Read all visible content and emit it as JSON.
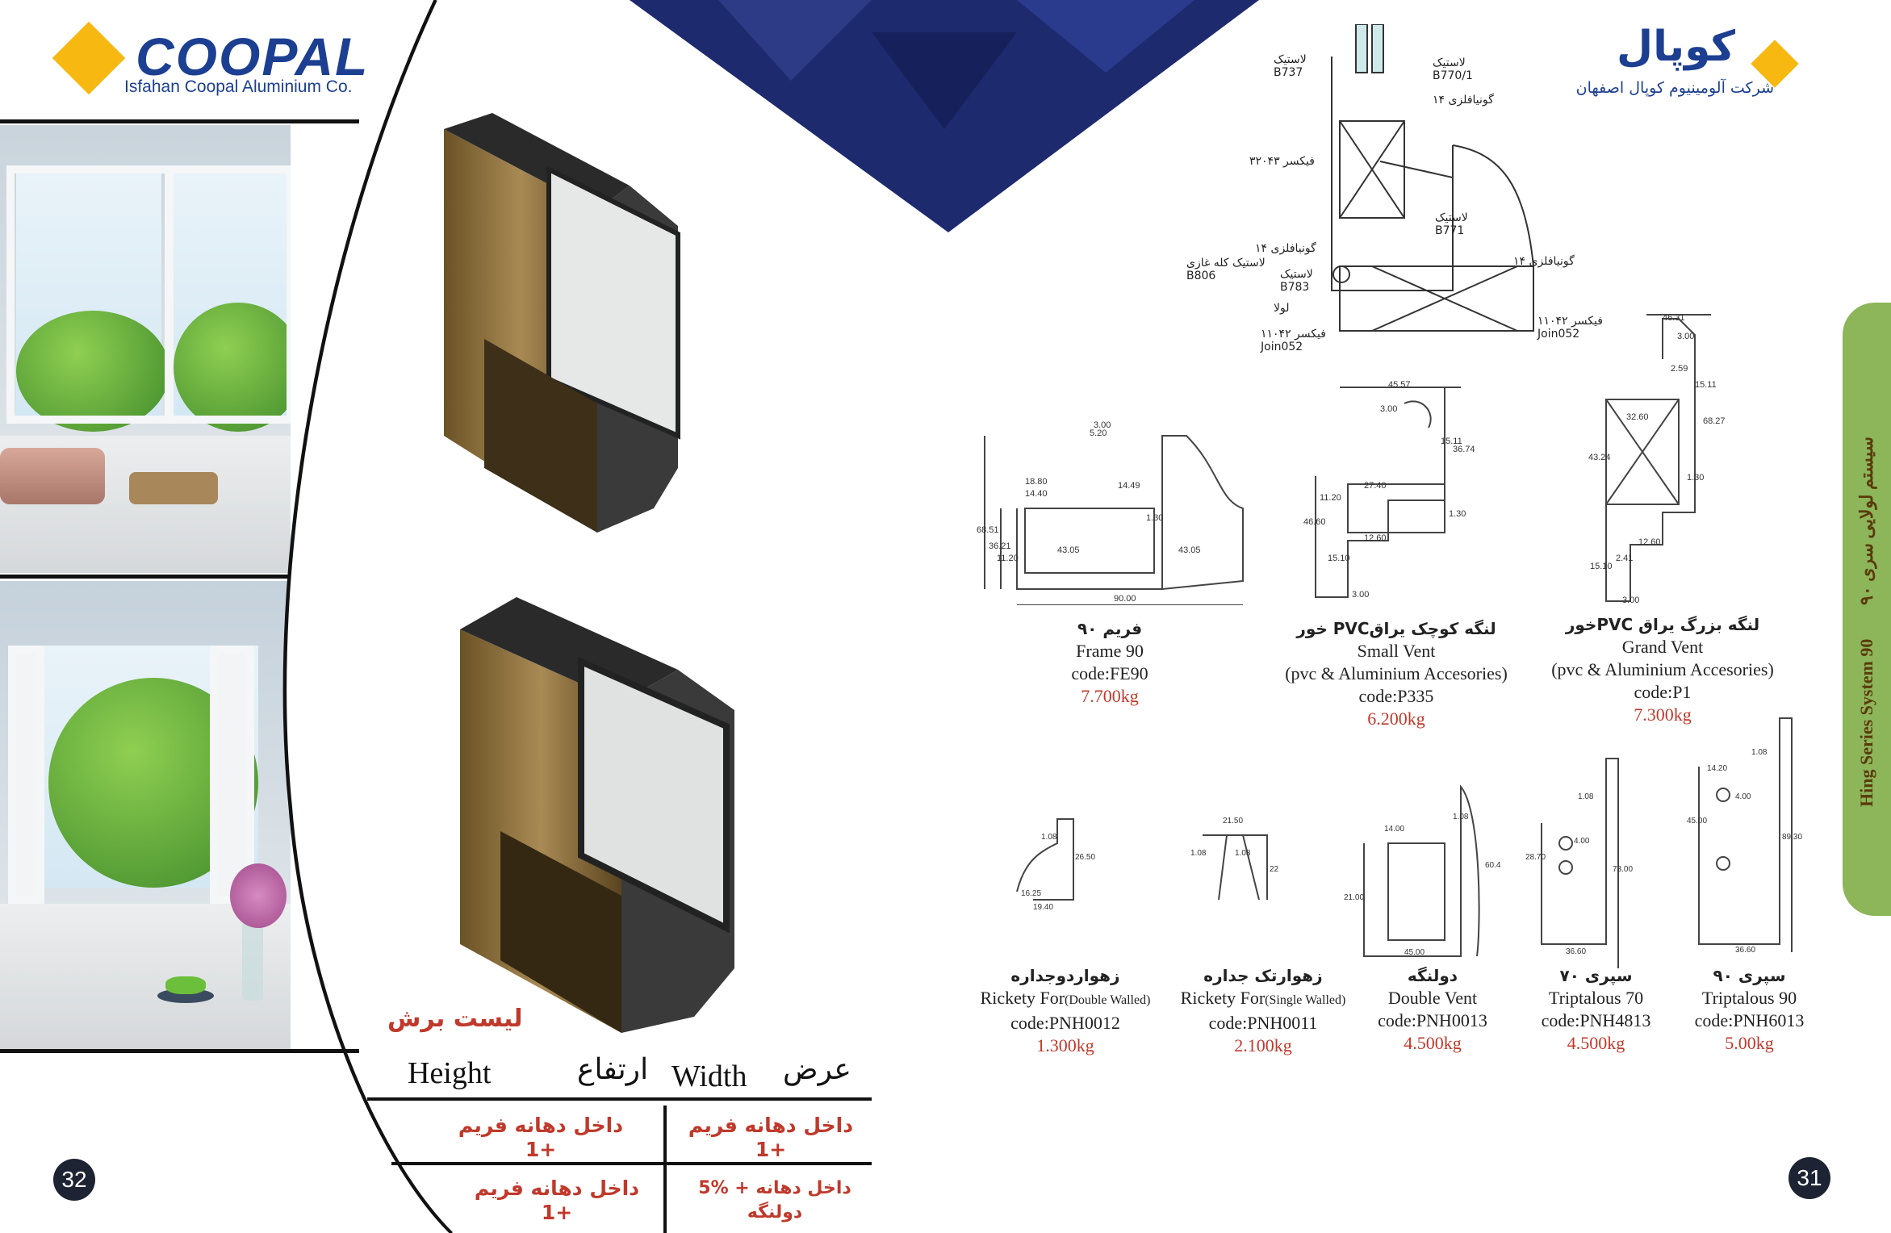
{
  "left_page": {
    "logo": {
      "name": "COOPAL",
      "subtitle": "Isfahan Coopal Aluminium Co."
    },
    "cut_list": {
      "title": "لیست برش",
      "height_en": "Height",
      "height_fa": "ارتفاع",
      "width_en": "Width",
      "width_fa": "عرض",
      "rows": [
        {
          "height_line1": "داخل دهانه فریم",
          "height_line2": "+1",
          "width_line1": "داخل دهانه فریم",
          "width_line2": "+1"
        },
        {
          "height_line1": "داخل دهانه فریم",
          "height_line2": "+1",
          "width_line1": "داخل دهانه + %5",
          "width_line2": "دولنگه"
        }
      ]
    },
    "page_number": "32"
  },
  "right_page": {
    "logo": {
      "name_fa": "کوپال",
      "subtitle_fa": "شرکت آلومینیوم کوپال اصفهان"
    },
    "side_band": {
      "fa": "سیستم لولایی سری ۹۰",
      "en": "Hing Series System 90"
    },
    "assembly_callouts": [
      {
        "text": "لاستیک",
        "code": "B737"
      },
      {
        "text": "لاستیک",
        "code": "B770/1"
      },
      {
        "text": "گونیافلزی ۱۴"
      },
      {
        "text": "فیکسر ۳۲۰۴۳"
      },
      {
        "text": "لاستیک",
        "code": "B771"
      },
      {
        "text": "گونیافلزی ۱۴"
      },
      {
        "text": "لاستیک کله غازی",
        "code": "B806"
      },
      {
        "text": "لاستیک",
        "code": "B783"
      },
      {
        "text": "گونیافلزی ۱۴"
      },
      {
        "text": "لولا"
      },
      {
        "text": "فیکسر ۱۱۰۴۲",
        "code": "Join052"
      },
      {
        "text": "فیکسر ۱۱۰۴۲",
        "code": "Join052"
      }
    ],
    "profiles_row1": [
      {
        "name_fa": "فریم ۹۰",
        "name_en": "Frame 90",
        "extra": "",
        "code": "code:FE90",
        "weight": "7.700kg"
      },
      {
        "name_fa": "لنگه کوچک یراقPVC خور",
        "name_en": "Small Vent",
        "extra": "(pvc & Aluminium Accesories)",
        "code": "code:P335",
        "weight": "6.200kg"
      },
      {
        "name_fa": "لنگه بزرگ یراق PVCخور",
        "name_en": "Grand Vent",
        "extra": "(pvc & Aluminium Accesories)",
        "code": "code:P1",
        "weight": "7.300kg"
      }
    ],
    "profiles_row2": [
      {
        "name_fa": "زهواردوجداره",
        "name_en": "Rickety For",
        "name_en_small": "(Double Walled)",
        "code": "code:PNH0012",
        "weight": "1.300kg"
      },
      {
        "name_fa": "زهوارتک جداره",
        "name_en": "Rickety For",
        "name_en_small": "(Single Walled)",
        "code": "code:PNH0011",
        "weight": "2.100kg"
      },
      {
        "name_fa": "دولنگه",
        "name_en": "Double Vent",
        "name_en_small": "",
        "code": "code:PNH0013",
        "weight": "4.500kg"
      },
      {
        "name_fa": "سپری ۷۰",
        "name_en": "Triptalous 70",
        "name_en_small": "",
        "code": "code:PNH4813",
        "weight": "4.500kg"
      },
      {
        "name_fa": "سپری ۹۰",
        "name_en": "Triptalous 90",
        "name_en_small": "",
        "code": "code:PNH6013",
        "weight": "5.00kg"
      }
    ],
    "dims": {
      "frame": [
        "5.20",
        "3.00",
        "18.80",
        "14.40",
        "14.49",
        "1.30",
        "68.51",
        "36.21",
        "11.20",
        "43.05",
        "43.05",
        "90.00"
      ],
      "small_vent": [
        "45.57",
        "3.00",
        "15.11",
        "36.74",
        "27.40",
        "11.20",
        "1.30",
        "46.60",
        "12.60",
        "15.10",
        "3.00"
      ],
      "grand_vent": [
        "46.31",
        "3.00",
        "2.59",
        "15.11",
        "32.60",
        "68.27",
        "43.24",
        "1.30",
        "12.60",
        "2.41",
        "15.10",
        "3.00"
      ],
      "rickety_double": [
        "1.08",
        "26.50",
        "16.25",
        "19.40"
      ],
      "rickety_single": [
        "21.50",
        "1.08",
        "1.08",
        "22"
      ],
      "double_vent": [
        "14.00",
        "1.08",
        "21.00",
        "60.40",
        "45.00"
      ],
      "trip70": [
        "1.08",
        "28.70",
        "4.00",
        "73.00",
        "36.60"
      ],
      "trip90": [
        "1.08",
        "14.20",
        "4.00",
        "45.00",
        "89.30",
        "36.60"
      ]
    },
    "page_number": "31"
  },
  "colors": {
    "brand_blue": "#1c3f92",
    "brand_yellow": "#f7b811",
    "accent_red": "#c0392b",
    "band_green": "#8db55a",
    "navy_diamond": "#1e2a6e"
  }
}
